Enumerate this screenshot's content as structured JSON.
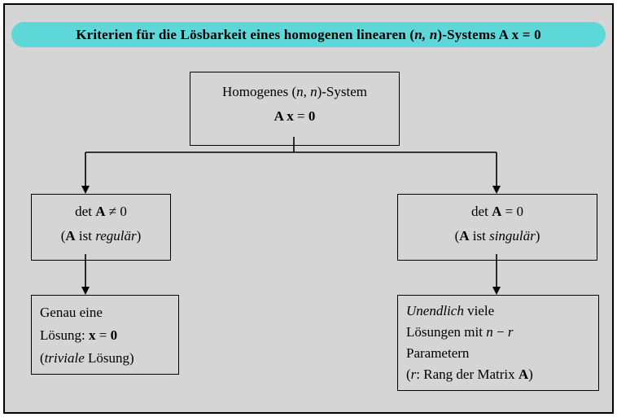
{
  "colors": {
    "panel_bg": "#d5d5d5",
    "banner_bg": "#5dd7d7",
    "line": "#000000"
  },
  "banner": {
    "segments": [
      {
        "t": "Kriterien für die Lösbarkeit eines homogenen linearen  ("
      },
      {
        "t": "n, n",
        "s": "i"
      },
      {
        "t": ")-Systems  A x = 0"
      }
    ]
  },
  "top_box": {
    "line1": [
      {
        "t": "Homogenes  ("
      },
      {
        "t": "n, n",
        "s": "i"
      },
      {
        "t": ")-System"
      }
    ],
    "line2": [
      {
        "t": "A x",
        "s": "b"
      },
      {
        "t": " = "
      },
      {
        "t": "0",
        "s": "b"
      }
    ]
  },
  "left_mid_box": {
    "line1": [
      {
        "t": "det "
      },
      {
        "t": "A",
        "s": "b"
      },
      {
        "t": " ≠ 0"
      }
    ],
    "line2": [
      {
        "t": "("
      },
      {
        "t": "A",
        "s": "b"
      },
      {
        "t": "  ist  "
      },
      {
        "t": "regulär",
        "s": "i"
      },
      {
        "t": ")"
      }
    ]
  },
  "right_mid_box": {
    "line1": [
      {
        "t": "det "
      },
      {
        "t": "A",
        "s": "b"
      },
      {
        "t": " = 0"
      }
    ],
    "line2": [
      {
        "t": "("
      },
      {
        "t": "A",
        "s": "b"
      },
      {
        "t": "  ist  "
      },
      {
        "t": "singulär",
        "s": "i"
      },
      {
        "t": ")"
      }
    ]
  },
  "left_bottom_box": {
    "lines": [
      [
        {
          "t": "Genau eine"
        }
      ],
      [
        {
          "t": "Lösung: "
        },
        {
          "t": "x",
          "s": "b"
        },
        {
          "t": " = "
        },
        {
          "t": "0",
          "s": "b"
        }
      ],
      [
        {
          "t": "("
        },
        {
          "t": "triviale",
          "s": "i"
        },
        {
          "t": " Lösung)"
        }
      ]
    ]
  },
  "right_bottom_box": {
    "lines": [
      [
        {
          "t": "Unendlich",
          "s": "i"
        },
        {
          "t": " viele"
        }
      ],
      [
        {
          "t": "Lösungen mit  "
        },
        {
          "t": "n",
          "s": "i"
        },
        {
          "t": " − "
        },
        {
          "t": "r",
          "s": "i"
        }
      ],
      [
        {
          "t": "Parametern"
        }
      ],
      [
        {
          "t": "("
        },
        {
          "t": "r",
          "s": "i"
        },
        {
          "t": ":  Rang der Matrix  "
        },
        {
          "t": "A",
          "s": "b"
        },
        {
          "t": ")"
        }
      ]
    ]
  }
}
